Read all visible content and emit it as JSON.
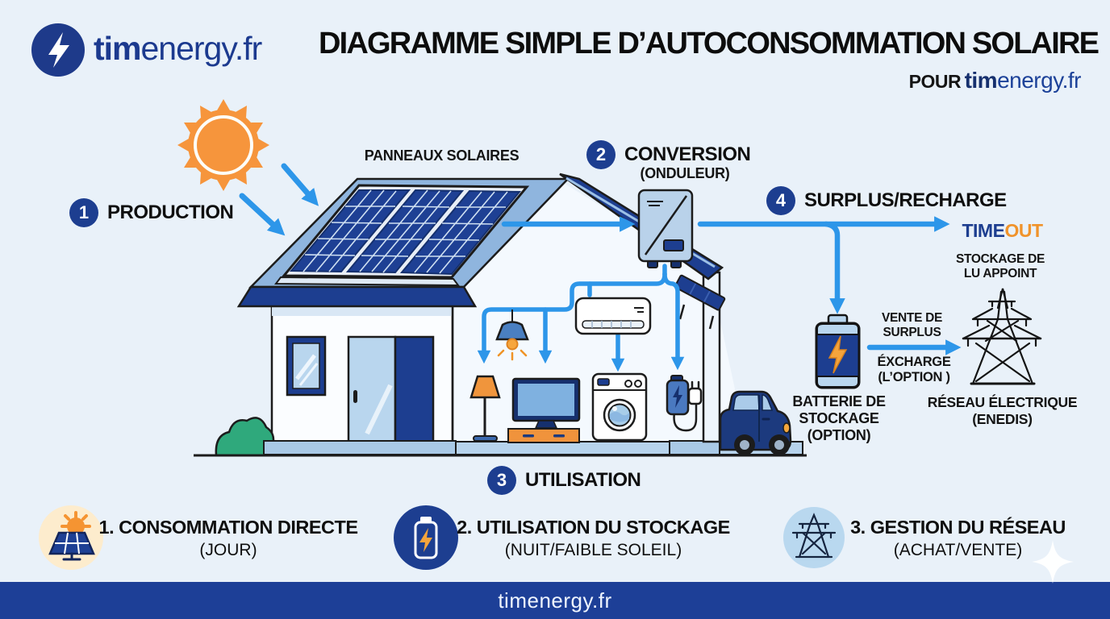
{
  "colors": {
    "background": "#e9f1f9",
    "accent_blue": "#2d96e9",
    "navy": "#1d3e90",
    "dark_navy": "#16306e",
    "orange": "#f5953c",
    "timeout_orange": "#f0932b",
    "footer_bg": "#1d3f97",
    "legend1_bg": "#fdeccd",
    "legend3_bg": "#b9d8ef",
    "bush_green": "#2fa97c"
  },
  "header": {
    "logo_bold": "tim",
    "logo_rest": "energy.fr",
    "title": "DIAGRAMME SIMPLE D’AUTOCONSOMMATION SOLAIRE",
    "subtitle_prefix": "POUR",
    "subtitle_bold": "tim",
    "subtitle_rest": "energy.fr"
  },
  "steps": {
    "production": {
      "num": "1",
      "label": "PRODUCTION"
    },
    "conversion": {
      "num": "2",
      "label": "CONVERSION",
      "sublabel": "(ONDULEUR)"
    },
    "utilisation": {
      "num": "3",
      "label": "UTILISATION"
    },
    "surplus": {
      "num": "4",
      "label": "SURPLUS/RECHARGE"
    }
  },
  "labels": {
    "panels": "PANNEAUX SOLAIRES",
    "timeout_bold": "TIME",
    "timeout_orange": "OUT",
    "storage_note_line1": "STOCKAGE DE",
    "storage_note_line2": "LU APPOINT",
    "sale_line1": "VENTE DE",
    "sale_line2": "SURPLUS",
    "exchange_line1": "ÉXCHARGE",
    "exchange_line2": "(L’OPTION )",
    "battery_line1": "BATTERIE DE",
    "battery_line2": "STOCKAGE",
    "battery_line3": "(OPTION)",
    "grid_line1": "RÉSEAU ÉLECTRIQUE",
    "grid_line2": "(ENEDIS)"
  },
  "legend": [
    {
      "title": "1. CONSOMMATION DIRECTE",
      "subtitle": "(JOUR)",
      "icon": "solar-panel-sun-icon"
    },
    {
      "title": "2. UTILISATION DU STOCKAGE",
      "subtitle": "(NUIT/FAIBLE SOLEIL)",
      "icon": "battery-icon"
    },
    {
      "title": "3. GESTION DU RÉSEAU",
      "subtitle": "(ACHAT/VENTE)",
      "icon": "pylon-icon"
    }
  ],
  "footer": {
    "text": "timenergy.fr"
  }
}
